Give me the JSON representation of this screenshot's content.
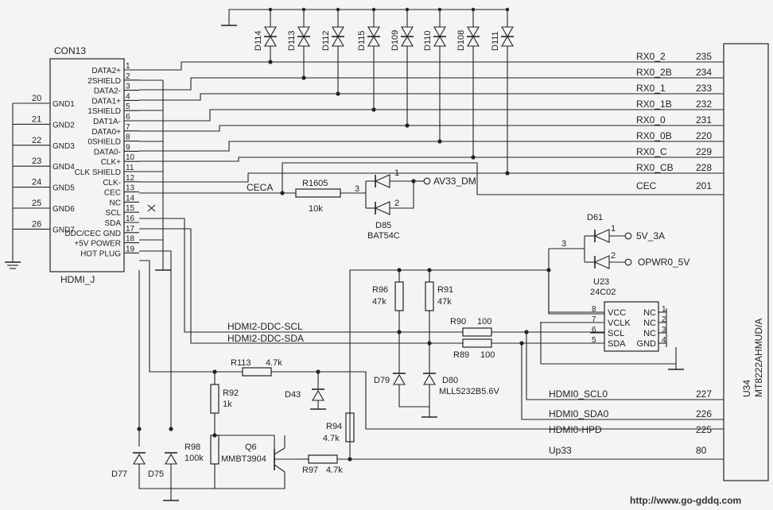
{
  "connector": {
    "ref": "CON13",
    "value": "HDMI_J",
    "left_pins": [
      {
        "num": "20",
        "name": "GND1"
      },
      {
        "num": "21",
        "name": "GND2"
      },
      {
        "num": "22",
        "name": "GND3"
      },
      {
        "num": "23",
        "name": "GND4"
      },
      {
        "num": "24",
        "name": "GND5"
      },
      {
        "num": "25",
        "name": "GND6"
      },
      {
        "num": "26",
        "name": "GND7"
      }
    ],
    "right_pins": [
      {
        "num": "1",
        "name": "DATA2+"
      },
      {
        "num": "2",
        "name": "2SHIELD"
      },
      {
        "num": "3",
        "name": "DATA2-"
      },
      {
        "num": "4",
        "name": "DATA1+"
      },
      {
        "num": "5",
        "name": "1SHIELD"
      },
      {
        "num": "6",
        "name": "DAT1A-"
      },
      {
        "num": "7",
        "name": "DATA0+"
      },
      {
        "num": "8",
        "name": "0SHIELD"
      },
      {
        "num": "9",
        "name": "DATA0-"
      },
      {
        "num": "10",
        "name": "CLK+"
      },
      {
        "num": "11",
        "name": "CLK SHIELD"
      },
      {
        "num": "12",
        "name": "CLK-"
      },
      {
        "num": "13",
        "name": "CEC"
      },
      {
        "num": "14",
        "name": "NC"
      },
      {
        "num": "15",
        "name": "SCL"
      },
      {
        "num": "16",
        "name": "SDA"
      },
      {
        "num": "17",
        "name": "DDC/CEC GND"
      },
      {
        "num": "18",
        "name": "+5V POWER"
      },
      {
        "num": "19",
        "name": "HOT PLUG"
      }
    ]
  },
  "tvs_diodes": [
    "D114",
    "D113",
    "D112",
    "D115",
    "D109",
    "D110",
    "D108",
    "D111"
  ],
  "main_ic": {
    "ref": "U34",
    "value": "MT8222AHMUD/A"
  },
  "signals": [
    {
      "name": "RX0_2",
      "pin": "235"
    },
    {
      "name": "RX0_2B",
      "pin": "234"
    },
    {
      "name": "RX0_1",
      "pin": "233"
    },
    {
      "name": "RX0_1B",
      "pin": "232"
    },
    {
      "name": "RX0_0",
      "pin": "231"
    },
    {
      "name": "RX0_0B",
      "pin": "220"
    },
    {
      "name": "RX0_C",
      "pin": "229"
    },
    {
      "name": "RX0_CB",
      "pin": "228"
    },
    {
      "name": "CEC",
      "pin": "201"
    }
  ],
  "lower_signals": [
    {
      "name": "HDMI0_SCL0",
      "pin": "227"
    },
    {
      "name": "HDMI0_SDA0",
      "pin": "226"
    },
    {
      "name": "HDMI0-HPD",
      "pin": "225"
    },
    {
      "name": "Up33",
      "pin": "80"
    }
  ],
  "cec_net": "CECA",
  "r1605": {
    "ref": "R1605",
    "value": "10k"
  },
  "d85": {
    "ref": "D85",
    "value": "BAT54C",
    "pin3": "3",
    "pin1": "1",
    "pin2": "2",
    "net": "AV33_DM"
  },
  "d61": {
    "ref": "D61",
    "pin3": "3",
    "pin1": "1",
    "pin2": "2",
    "net1": "5V_3A",
    "net2": "OPWR0_5V"
  },
  "eeprom": {
    "ref": "U23",
    "value": "24C02",
    "left": [
      {
        "num": "8",
        "name": "VCC"
      },
      {
        "num": "7",
        "name": "VCLK"
      },
      {
        "num": "6",
        "name": "SCL"
      },
      {
        "num": "5",
        "name": "SDA"
      }
    ],
    "right": [
      {
        "num": "1",
        "name": "NC"
      },
      {
        "num": "2",
        "name": "NC"
      },
      {
        "num": "3",
        "name": "NC"
      },
      {
        "num": "4",
        "name": "GND"
      }
    ]
  },
  "ddc_scl": "HDMI2-DDC-SCL",
  "ddc_sda": "HDMI2-DDC-SDA",
  "r96": {
    "ref": "R96",
    "value": "47k"
  },
  "r91": {
    "ref": "R91",
    "value": "47k"
  },
  "r90": {
    "ref": "R90",
    "value": "100"
  },
  "r89": {
    "ref": "R89",
    "value": "100"
  },
  "d79": {
    "ref": "D79"
  },
  "d80": {
    "ref": "D80",
    "value": "MLL5232B5.6V"
  },
  "r113": {
    "ref": "R113",
    "value": "4.7k"
  },
  "r92": {
    "ref": "R92",
    "value": "1k"
  },
  "d43": {
    "ref": "D43"
  },
  "r94": {
    "ref": "R94",
    "value": "4.7k"
  },
  "r98": {
    "ref": "R98",
    "value": "100k"
  },
  "q6": {
    "ref": "Q6",
    "value": "MMBT3904"
  },
  "r97": {
    "ref": "R97",
    "value": "4.7k"
  },
  "d77": {
    "ref": "D77"
  },
  "d75": {
    "ref": "D75"
  },
  "watermark": "http://www.go-gddq.com"
}
